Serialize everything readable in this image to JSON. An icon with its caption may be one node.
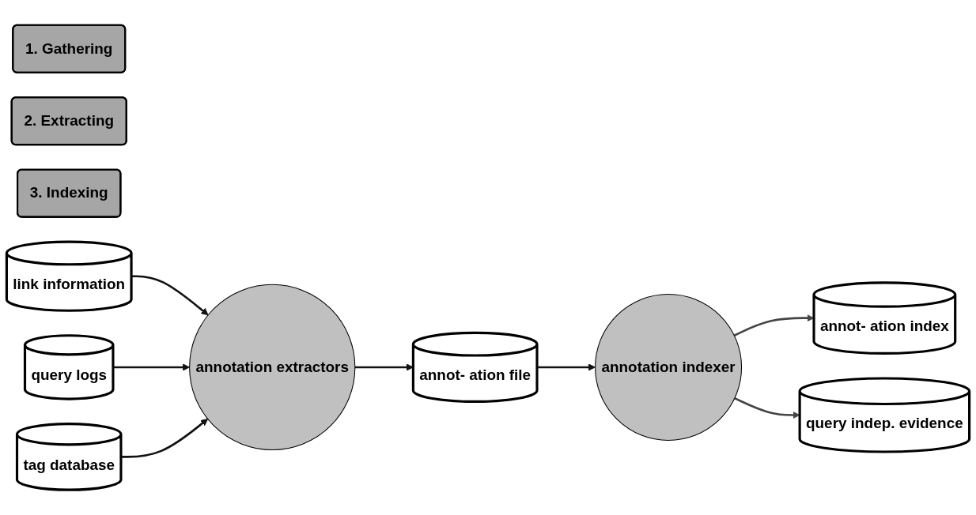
{
  "diagram": {
    "nodes": [
      {
        "text": [
          "1. Gathering"
        ]
      },
      {
        "text": [
          "2. Extracting"
        ]
      },
      {
        "text": [
          "3. Indexing"
        ]
      },
      {
        "text": [
          "link information"
        ]
      },
      {
        "text": [
          "query logs"
        ]
      },
      {
        "text": [
          "tag database"
        ]
      },
      {
        "text": [
          "annotation extractors"
        ]
      },
      {
        "text": [
          "annot- ation file"
        ]
      },
      {
        "text": [
          "annotation indexer"
        ]
      },
      {
        "text": [
          "annot- ation index"
        ]
      },
      {
        "text": [
          "query indep. evidence"
        ]
      }
    ],
    "edges": [
      {
        "from": 3,
        "to": 6,
        "arrow": "to"
      },
      {
        "from": 4,
        "to": 6,
        "arrow": "to"
      },
      {
        "from": 5,
        "to": 6,
        "arrow": "to"
      },
      {
        "from": 6,
        "to": 7,
        "arrow": "to"
      },
      {
        "from": 7,
        "to": 8,
        "arrow": "to"
      },
      {
        "from": 8,
        "to": 9,
        "arrow": "to",
        "color": "#444444"
      },
      {
        "from": 8,
        "to": 10,
        "arrow": "to",
        "color": "#444444"
      }
    ]
  }
}
